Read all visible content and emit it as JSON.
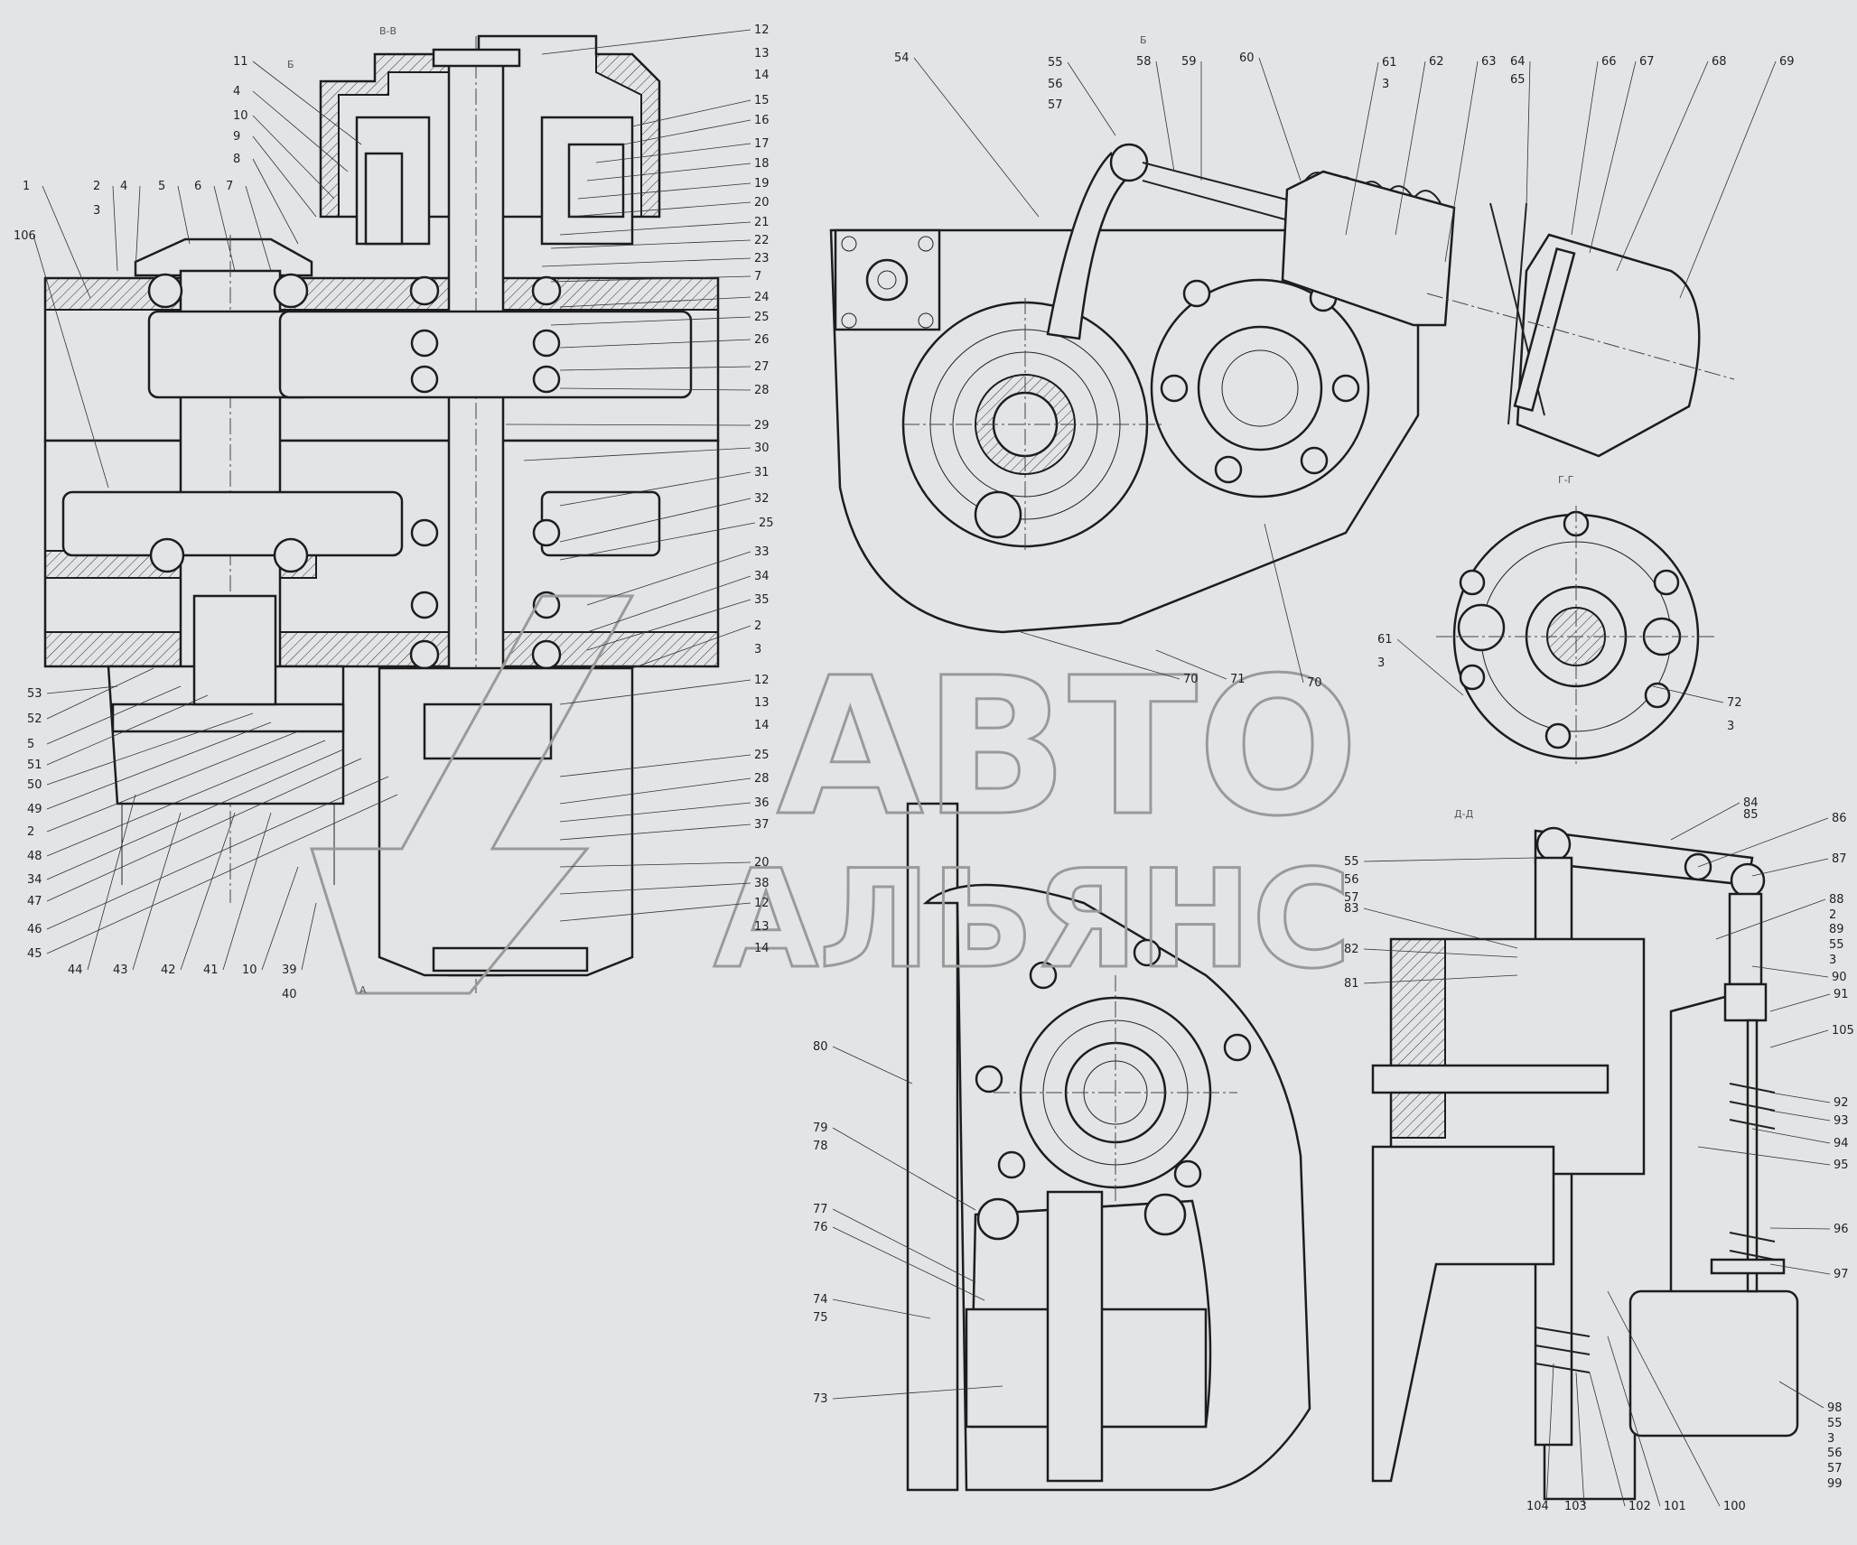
{
  "watermark": {
    "line1": "АВТО",
    "line2": "АЛЬЯНС"
  },
  "section_captions": {
    "bb": "В-В",
    "b_top": "Б",
    "gg": "Г-Г",
    "dd": "Д-Д",
    "a_arrow": "А",
    "b_arrow": "Б"
  },
  "callouts": [
    {
      "id": "c1",
      "text": "1"
    },
    {
      "id": "c106",
      "text": "106"
    },
    {
      "id": "c2a",
      "text": "2"
    },
    {
      "id": "c3a",
      "text": "3"
    },
    {
      "id": "c4a",
      "text": "4"
    },
    {
      "id": "c5a",
      "text": "5"
    },
    {
      "id": "c6",
      "text": "6"
    },
    {
      "id": "c7a",
      "text": "7"
    },
    {
      "id": "c8",
      "text": "8"
    },
    {
      "id": "c9",
      "text": "9"
    },
    {
      "id": "c10a",
      "text": "10"
    },
    {
      "id": "c4b",
      "text": "4"
    },
    {
      "id": "c11",
      "text": "11"
    },
    {
      "id": "c12a",
      "text": "12"
    },
    {
      "id": "c13a",
      "text": "13"
    },
    {
      "id": "c14a",
      "text": "14"
    },
    {
      "id": "c15",
      "text": "15"
    },
    {
      "id": "c16",
      "text": "16"
    },
    {
      "id": "c17",
      "text": "17"
    },
    {
      "id": "c18",
      "text": "18"
    },
    {
      "id": "c19",
      "text": "19"
    },
    {
      "id": "c20a",
      "text": "20"
    },
    {
      "id": "c21",
      "text": "21"
    },
    {
      "id": "c22",
      "text": "22"
    },
    {
      "id": "c23",
      "text": "23"
    },
    {
      "id": "c7b",
      "text": "7"
    },
    {
      "id": "c24",
      "text": "24"
    },
    {
      "id": "c25a",
      "text": "25"
    },
    {
      "id": "c26",
      "text": "26"
    },
    {
      "id": "c27",
      "text": "27"
    },
    {
      "id": "c28a",
      "text": "28"
    },
    {
      "id": "c29",
      "text": "29"
    },
    {
      "id": "c30",
      "text": "30"
    },
    {
      "id": "c31",
      "text": "31"
    },
    {
      "id": "c32",
      "text": "32"
    },
    {
      "id": "c25b",
      "text": "25"
    },
    {
      "id": "c33",
      "text": "33"
    },
    {
      "id": "c34a",
      "text": "34"
    },
    {
      "id": "c35",
      "text": "35"
    },
    {
      "id": "c2b",
      "text": "2"
    },
    {
      "id": "c3b",
      "text": "3"
    },
    {
      "id": "c12b",
      "text": "12"
    },
    {
      "id": "c13b",
      "text": "13"
    },
    {
      "id": "c14b",
      "text": "14"
    },
    {
      "id": "c25c",
      "text": "25"
    },
    {
      "id": "c28b",
      "text": "28"
    },
    {
      "id": "c36",
      "text": "36"
    },
    {
      "id": "c37",
      "text": "37"
    },
    {
      "id": "c20b",
      "text": "20"
    },
    {
      "id": "c38",
      "text": "38"
    },
    {
      "id": "c12c",
      "text": "12"
    },
    {
      "id": "c13c",
      "text": "13"
    },
    {
      "id": "c14c",
      "text": "14"
    },
    {
      "id": "c53",
      "text": "53"
    },
    {
      "id": "c52",
      "text": "52"
    },
    {
      "id": "c5b",
      "text": "5"
    },
    {
      "id": "c51",
      "text": "51"
    },
    {
      "id": "c50",
      "text": "50"
    },
    {
      "id": "c49",
      "text": "49"
    },
    {
      "id": "c2c",
      "text": "2"
    },
    {
      "id": "c48",
      "text": "48"
    },
    {
      "id": "c34b",
      "text": "34"
    },
    {
      "id": "c47",
      "text": "47"
    },
    {
      "id": "c46",
      "text": "46"
    },
    {
      "id": "c45",
      "text": "45"
    },
    {
      "id": "c44",
      "text": "44"
    },
    {
      "id": "c43",
      "text": "43"
    },
    {
      "id": "c42",
      "text": "42"
    },
    {
      "id": "c41",
      "text": "41"
    },
    {
      "id": "c10b",
      "text": "10"
    },
    {
      "id": "c39",
      "text": "39"
    },
    {
      "id": "c40",
      "text": "40"
    },
    {
      "id": "c54",
      "text": "54"
    },
    {
      "id": "c55a",
      "text": "55"
    },
    {
      "id": "c56a",
      "text": "56"
    },
    {
      "id": "c57a",
      "text": "57"
    },
    {
      "id": "c58",
      "text": "58"
    },
    {
      "id": "c59",
      "text": "59"
    },
    {
      "id": "c60",
      "text": "60"
    },
    {
      "id": "c61a",
      "text": "61"
    },
    {
      "id": "c3c",
      "text": "3"
    },
    {
      "id": "c62",
      "text": "62"
    },
    {
      "id": "c63",
      "text": "63"
    },
    {
      "id": "c64",
      "text": "64"
    },
    {
      "id": "c65",
      "text": "65"
    },
    {
      "id": "c66",
      "text": "66"
    },
    {
      "id": "c67",
      "text": "67"
    },
    {
      "id": "c68",
      "text": "68"
    },
    {
      "id": "c69",
      "text": "69"
    },
    {
      "id": "c70a",
      "text": "70"
    },
    {
      "id": "c71",
      "text": "71"
    },
    {
      "id": "c70b",
      "text": "70"
    },
    {
      "id": "c61b",
      "text": "61"
    },
    {
      "id": "c3d",
      "text": "3"
    },
    {
      "id": "c72",
      "text": "72"
    },
    {
      "id": "c3e",
      "text": "3"
    },
    {
      "id": "c84",
      "text": "84"
    },
    {
      "id": "c85",
      "text": "85"
    },
    {
      "id": "c86",
      "text": "86"
    },
    {
      "id": "c87",
      "text": "87"
    },
    {
      "id": "c55b",
      "text": "55"
    },
    {
      "id": "c56b",
      "text": "56"
    },
    {
      "id": "c57b",
      "text": "57"
    },
    {
      "id": "c83",
      "text": "83"
    },
    {
      "id": "c82",
      "text": "82"
    },
    {
      "id": "c81",
      "text": "81"
    },
    {
      "id": "c88",
      "text": "88"
    },
    {
      "id": "c2d",
      "text": "2"
    },
    {
      "id": "c89",
      "text": "89"
    },
    {
      "id": "c55c",
      "text": "55"
    },
    {
      "id": "c3f",
      "text": "3"
    },
    {
      "id": "c90",
      "text": "90"
    },
    {
      "id": "c91",
      "text": "91"
    },
    {
      "id": "c105",
      "text": "105"
    },
    {
      "id": "c80",
      "text": "80"
    },
    {
      "id": "c92",
      "text": "92"
    },
    {
      "id": "c93",
      "text": "93"
    },
    {
      "id": "c94",
      "text": "94"
    },
    {
      "id": "c95",
      "text": "95"
    },
    {
      "id": "c79",
      "text": "79"
    },
    {
      "id": "c78",
      "text": "78"
    },
    {
      "id": "c77",
      "text": "77"
    },
    {
      "id": "c76",
      "text": "76"
    },
    {
      "id": "c96",
      "text": "96"
    },
    {
      "id": "c97",
      "text": "97"
    },
    {
      "id": "c74",
      "text": "74"
    },
    {
      "id": "c75",
      "text": "75"
    },
    {
      "id": "c73",
      "text": "73"
    },
    {
      "id": "c98",
      "text": "98"
    },
    {
      "id": "c55d",
      "text": "55"
    },
    {
      "id": "c3g",
      "text": "3"
    },
    {
      "id": "c56c",
      "text": "56"
    },
    {
      "id": "c57c",
      "text": "57"
    },
    {
      "id": "c99",
      "text": "99"
    },
    {
      "id": "c104",
      "text": "104"
    },
    {
      "id": "c103",
      "text": "103"
    },
    {
      "id": "c102",
      "text": "102"
    },
    {
      "id": "c101",
      "text": "101"
    },
    {
      "id": "c100",
      "text": "100"
    }
  ]
}
